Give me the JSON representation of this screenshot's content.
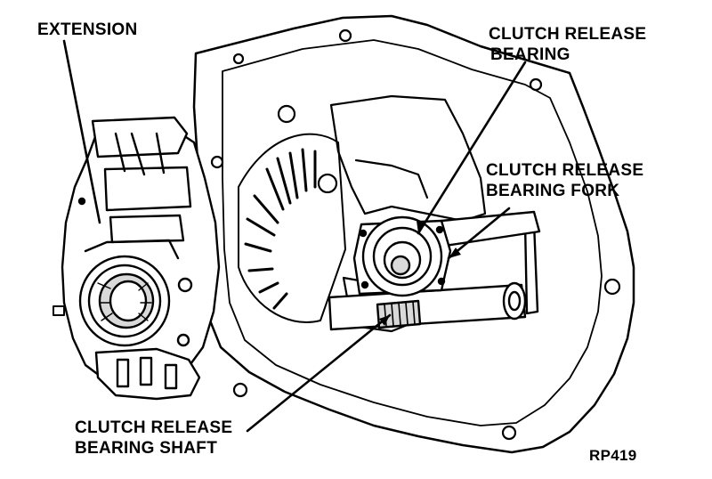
{
  "labels": {
    "extension": "EXTENSION",
    "release_bearing": [
      "CLUTCH RELEASE",
      "BEARING"
    ],
    "release_bearing_fork": [
      "CLUTCH RELEASE",
      "BEARING FORK"
    ],
    "release_bearing_shaft": [
      "CLUTCH RELEASE",
      "BEARING SHAFT"
    ],
    "figure_code": "RP419"
  },
  "colors": {
    "ink": "#000000",
    "paper": "#ffffff",
    "shade": "#d9d9d9"
  }
}
